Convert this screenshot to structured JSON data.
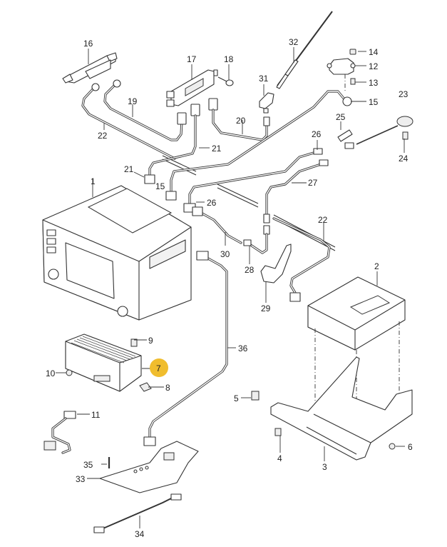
{
  "diagram": {
    "title": "Radio / navigation unit exploded parts diagram",
    "highlight_color": "#F0BD2E",
    "highlighted_part": "7",
    "callouts": [
      {
        "id": "c1",
        "label": "1"
      },
      {
        "id": "c2",
        "label": "2"
      },
      {
        "id": "c3",
        "label": "3"
      },
      {
        "id": "c4",
        "label": "4"
      },
      {
        "id": "c5",
        "label": "5"
      },
      {
        "id": "c6",
        "label": "6"
      },
      {
        "id": "c7",
        "label": "7"
      },
      {
        "id": "c8",
        "label": "8"
      },
      {
        "id": "c9",
        "label": "9"
      },
      {
        "id": "c10",
        "label": "10"
      },
      {
        "id": "c11",
        "label": "11"
      },
      {
        "id": "c12",
        "label": "12"
      },
      {
        "id": "c13",
        "label": "13"
      },
      {
        "id": "c14",
        "label": "14"
      },
      {
        "id": "c15a",
        "label": "15"
      },
      {
        "id": "c15b",
        "label": "15"
      },
      {
        "id": "c16",
        "label": "16"
      },
      {
        "id": "c17",
        "label": "17"
      },
      {
        "id": "c18",
        "label": "18"
      },
      {
        "id": "c19",
        "label": "19"
      },
      {
        "id": "c20",
        "label": "20"
      },
      {
        "id": "c21a",
        "label": "21"
      },
      {
        "id": "c21b",
        "label": "21"
      },
      {
        "id": "c22a",
        "label": "22"
      },
      {
        "id": "c22b",
        "label": "22"
      },
      {
        "id": "c23",
        "label": "23"
      },
      {
        "id": "c24",
        "label": "24"
      },
      {
        "id": "c25",
        "label": "25"
      },
      {
        "id": "c26a",
        "label": "26"
      },
      {
        "id": "c26b",
        "label": "26"
      },
      {
        "id": "c27",
        "label": "27"
      },
      {
        "id": "c28",
        "label": "28"
      },
      {
        "id": "c29",
        "label": "29"
      },
      {
        "id": "c30",
        "label": "30"
      },
      {
        "id": "c31",
        "label": "31"
      },
      {
        "id": "c32",
        "label": "32"
      },
      {
        "id": "c33",
        "label": "33"
      },
      {
        "id": "c34",
        "label": "34"
      },
      {
        "id": "c35",
        "label": "35"
      },
      {
        "id": "c36",
        "label": "36"
      }
    ],
    "labels": {
      "p1": "1",
      "p2": "2",
      "p3": "3",
      "p4": "4",
      "p5": "5",
      "p6": "6",
      "p7": "7",
      "p8": "8",
      "p9": "9",
      "p10": "10",
      "p11": "11",
      "p12": "12",
      "p13": "13",
      "p14": "14",
      "p15a": "15",
      "p15b": "15",
      "p16": "16",
      "p17": "17",
      "p18": "18",
      "p19": "19",
      "p20": "20",
      "p21a": "21",
      "p21b": "21",
      "p22a": "22",
      "p22b": "22",
      "p23": "23",
      "p24": "24",
      "p25": "25",
      "p26a": "26",
      "p26b": "26",
      "p27": "27",
      "p28": "28",
      "p29": "29",
      "p30": "30",
      "p31": "31",
      "p32": "32",
      "p33": "33",
      "p34": "34",
      "p35": "35",
      "p36": "36"
    }
  }
}
